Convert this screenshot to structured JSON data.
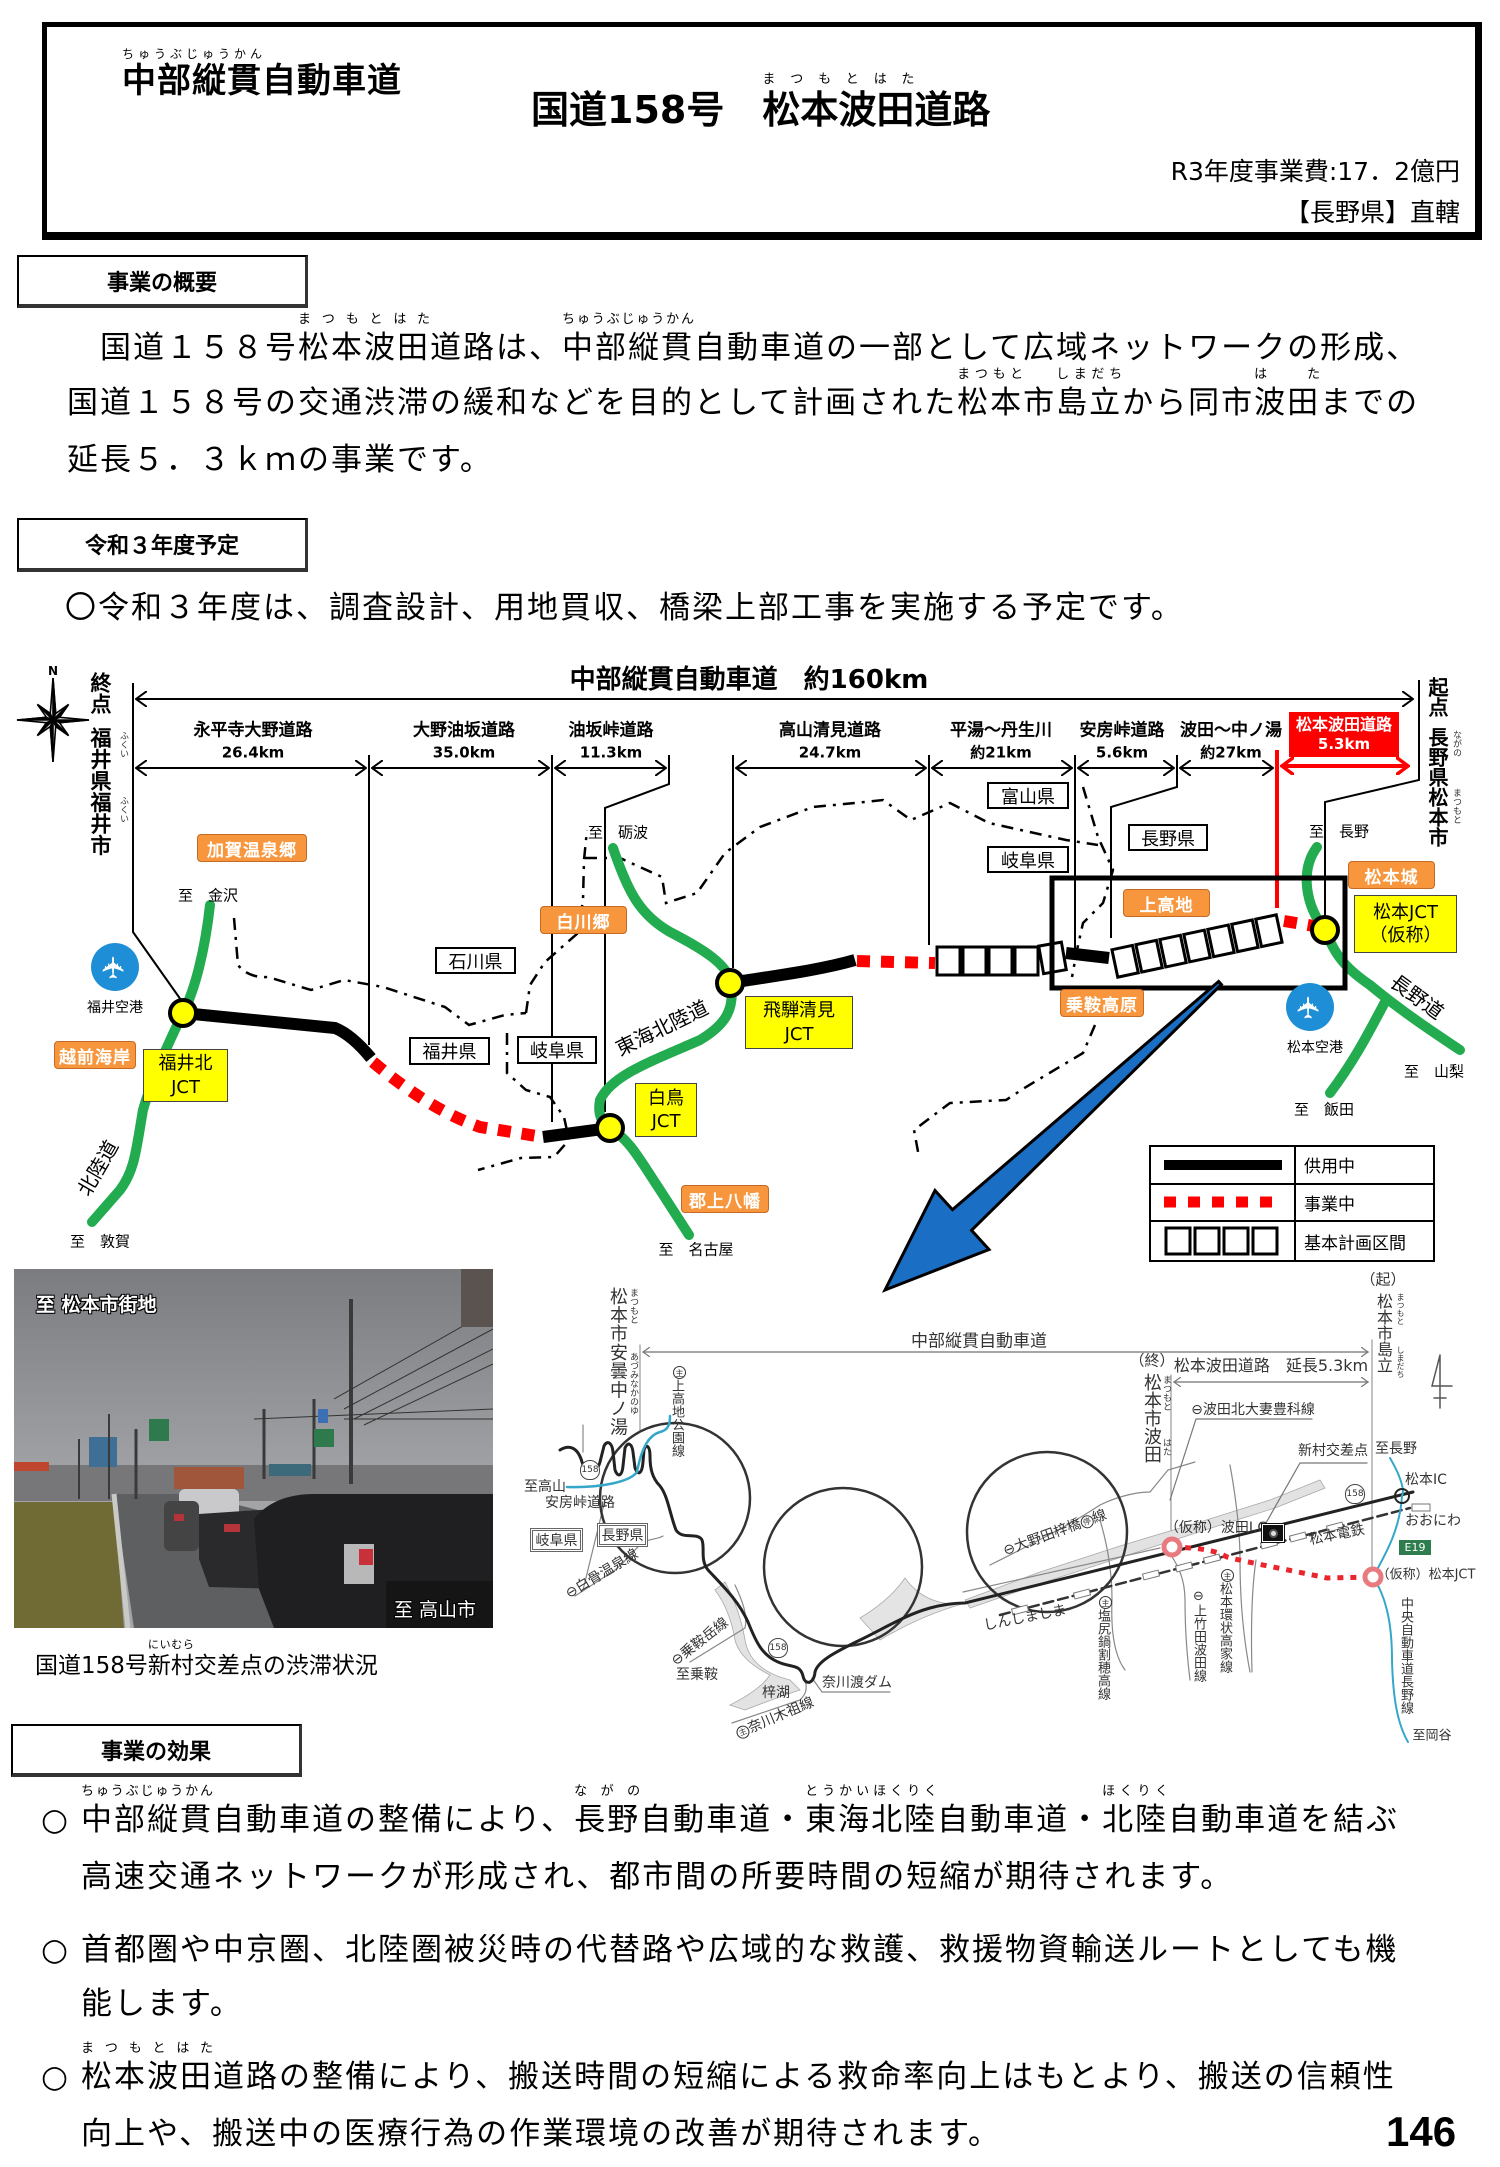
{
  "header": {
    "series_rb": "中部縦貫",
    "series_rt": "ちゅうぶじゅうかん",
    "series_rest": "自動車道",
    "route": "国道158号　",
    "road_rb": "松本波田",
    "road_rt": "まつもとはた",
    "road_rest": "道路",
    "budget": "R3年度事業費:17．2億円",
    "jurisdiction": "【長野県】直轄"
  },
  "overview": {
    "heading": "事業の概要",
    "line1": {
      "t1": "国道１５８号",
      "rb1": "松本波田",
      "rt1": "まつもとはた",
      "t2": "道路は、",
      "rb2": "中部縦貫",
      "rt2": "ちゅうぶじゅうかん",
      "t3": "自動車道の一部として広域ネットワークの形成、"
    },
    "line2": {
      "t1": "国道１５８号の交通渋滞の緩和などを目的として計画された",
      "rb1": "松本",
      "rt1": "まつもと",
      "t2": "市",
      "rb2": "島立",
      "rt2": "しまだち",
      "t3": "から同市",
      "rb3": "波田",
      "rt3": "はた",
      "t4": "までの"
    },
    "line3": "延長５．３ｋｍの事業です。"
  },
  "schedule": {
    "heading": "令和３年度予定",
    "text": "〇令和３年度は、調査設計、用地買収、橋梁上部工事を実施する予定です。"
  },
  "map": {
    "compass_label": "N",
    "title": "中部縦貫自動車道　約160km",
    "end_point": {
      "tag": "終点",
      "place": "福井県福井市",
      "ruby": "ふくい"
    },
    "start_point": {
      "tag": "起点",
      "place": "長野県松本市",
      "ruby_nagano": "ながの",
      "ruby_matsumoto": "まつもと"
    },
    "segments": [
      {
        "name": "永平寺大野道路",
        "length": "26.4km"
      },
      {
        "name": "大野油坂道路",
        "length": "35.0km"
      },
      {
        "name": "油坂峠道路",
        "length": "11.3km"
      },
      {
        "name": "高山清見道路",
        "length": "24.7km"
      },
      {
        "name": "平湯～丹生川",
        "length": "約21km"
      },
      {
        "name": "安房峠道路",
        "length": "5.6km"
      },
      {
        "name": "波田～中ノ湯",
        "length": "約27km"
      }
    ],
    "project_segment": {
      "name": "松本波田道路",
      "length": "5.3km"
    },
    "destinations": [
      "至　金沢",
      "至　砺波",
      "至　敦賀",
      "至　名古屋",
      "至　長野",
      "至　山梨",
      "至　飯田"
    ],
    "tourist_spots": [
      "加賀温泉郷",
      "白川郷",
      "越前海岸",
      "郡上八幡",
      "上高地",
      "乗鞍高原",
      "松本城"
    ],
    "junctions": [
      {
        "name": "福井北",
        "sub": "JCT"
      },
      {
        "name": "白鳥",
        "sub": "JCT"
      },
      {
        "name": "飛騨清見",
        "sub": "JCT"
      },
      {
        "name": "松本JCT",
        "sub": "（仮称）"
      }
    ],
    "prefectures": [
      "石川県",
      "福井県",
      "岐阜県",
      "富山県",
      "岐阜県",
      "長野県"
    ],
    "expressways": [
      "北陸道",
      "東海北陸道",
      "長野道"
    ],
    "airports": [
      "福井空港",
      "松本空港"
    ],
    "airport_icon": "airplane-icon",
    "legend": [
      {
        "label": "供用中",
        "style": "solid-black"
      },
      {
        "label": "事業中",
        "style": "red-dashed"
      },
      {
        "label": "基本計画区間",
        "style": "open-squares"
      }
    ],
    "colors": {
      "expressway": "#22ac4f",
      "in_service": "#000000",
      "under_construction": "#ff0000",
      "junction": "#ffff00",
      "tourist_spot": "#f7963c",
      "zoom_arrow": "#1a6fc4",
      "airport": "#1e8fd6"
    }
  },
  "photo": {
    "label_top": "至 松本市街地",
    "label_bottom": "至 高山市",
    "caption_t1": "国道158号",
    "caption_rb": "新村",
    "caption_rt": "にいむら",
    "caption_t2": "交差点の渋滞状況"
  },
  "inset": {
    "title": "中部縦貫自動車道",
    "west_end": {
      "place": "松本市安曇中ノ湯",
      "ruby1": "まつもと",
      "ruby2": "あづみなかのゆ"
    },
    "start": {
      "tag": "（起）",
      "place": "松本市島立",
      "ruby1": "まつもと",
      "ruby2": "しまだち"
    },
    "end": {
      "tag": "（終）",
      "place": "松本市波田",
      "ruby1": "まつもと",
      "ruby2": "はた"
    },
    "project_label": "松本波田道路　延長5.3km",
    "to_takayama": "至高山",
    "abo_pass_road": "安房峠道路",
    "pref_gifu": "岐阜県",
    "pref_nagano": "長野県",
    "kamikochi_line": {
      "badge": "主",
      "name": "上高地公園線"
    },
    "shirahone_line": {
      "badge": "⊖",
      "name": "白骨温泉線"
    },
    "norikuradake_line": {
      "badge": "⊖",
      "name": "乗鞍岳線"
    },
    "to_norikura": "至乗鞍",
    "nagawado_dam": "奈川渡ダム",
    "azusa_lake": "梓湖",
    "nagawa_kiso_line": {
      "badge": "主",
      "name": "奈川木祖線"
    },
    "route_shield": "158",
    "onoda_line": {
      "badge": "⊖",
      "name": "大野田梓橋",
      "mark": "停",
      "suffix": "線"
    },
    "shinshimashima": "しんしましま",
    "hata_kita_line": {
      "badge": "⊖",
      "name": "波田北大妻豊科線"
    },
    "niimura_crossing": "新村交差点",
    "hata_ic": "（仮称）波田I.C",
    "matsumoto_railway": "松本電鉄",
    "to_nagano": "至長野",
    "matsumoto_ic": "松本IC",
    "oniwa": "おおにわ",
    "e19": "E19",
    "matsumoto_jct": "（仮称）松本JCT",
    "chuo_nagano_line": "中央自動車道長野線",
    "to_okaya": "至岡谷",
    "shiojiri_line": {
      "badge": "主",
      "name": "塩尻鍋割穂高線"
    },
    "kamitakeda_line": {
      "badge": "⊖",
      "name": "上竹田波田線"
    },
    "matsumoto_kanjo_line": {
      "badge": "主",
      "name": "松本環状高家線"
    }
  },
  "effects": {
    "heading": "事業の効果",
    "bullet": "○",
    "item1": {
      "line1": {
        "rb1": "中部縦貫",
        "rt1": "ちゅうぶじゅうかん",
        "t1": "自動車道の整備により、",
        "rb2": "長野",
        "rt2": "ながの",
        "t2": "自動車道・",
        "rb3": "東海北陸",
        "rt3": "とうかいほくりく",
        "t3": "自動車道・",
        "rb4": "北陸",
        "rt4": "ほくりく",
        "t4": "自動車道を結ぶ"
      },
      "line2": "高速交通ネットワークが形成され、都市間の所要時間の短縮が期待されます。"
    },
    "item2": {
      "line1": "首都圏や中京圏、北陸圏被災時の代替路や広域的な救護、救援物資輸送ルートとしても機",
      "line2": "能します。"
    },
    "item3": {
      "line1": {
        "rb1": "松本波田",
        "rt1": "まつもとはた",
        "t1": "道路の整備により、搬送時間の短縮による救命率向上はもとより、搬送の信頼性"
      },
      "line2": "向上や、搬送中の医療行為の作業環境の改善が期待されます。"
    }
  },
  "page_number": "146"
}
